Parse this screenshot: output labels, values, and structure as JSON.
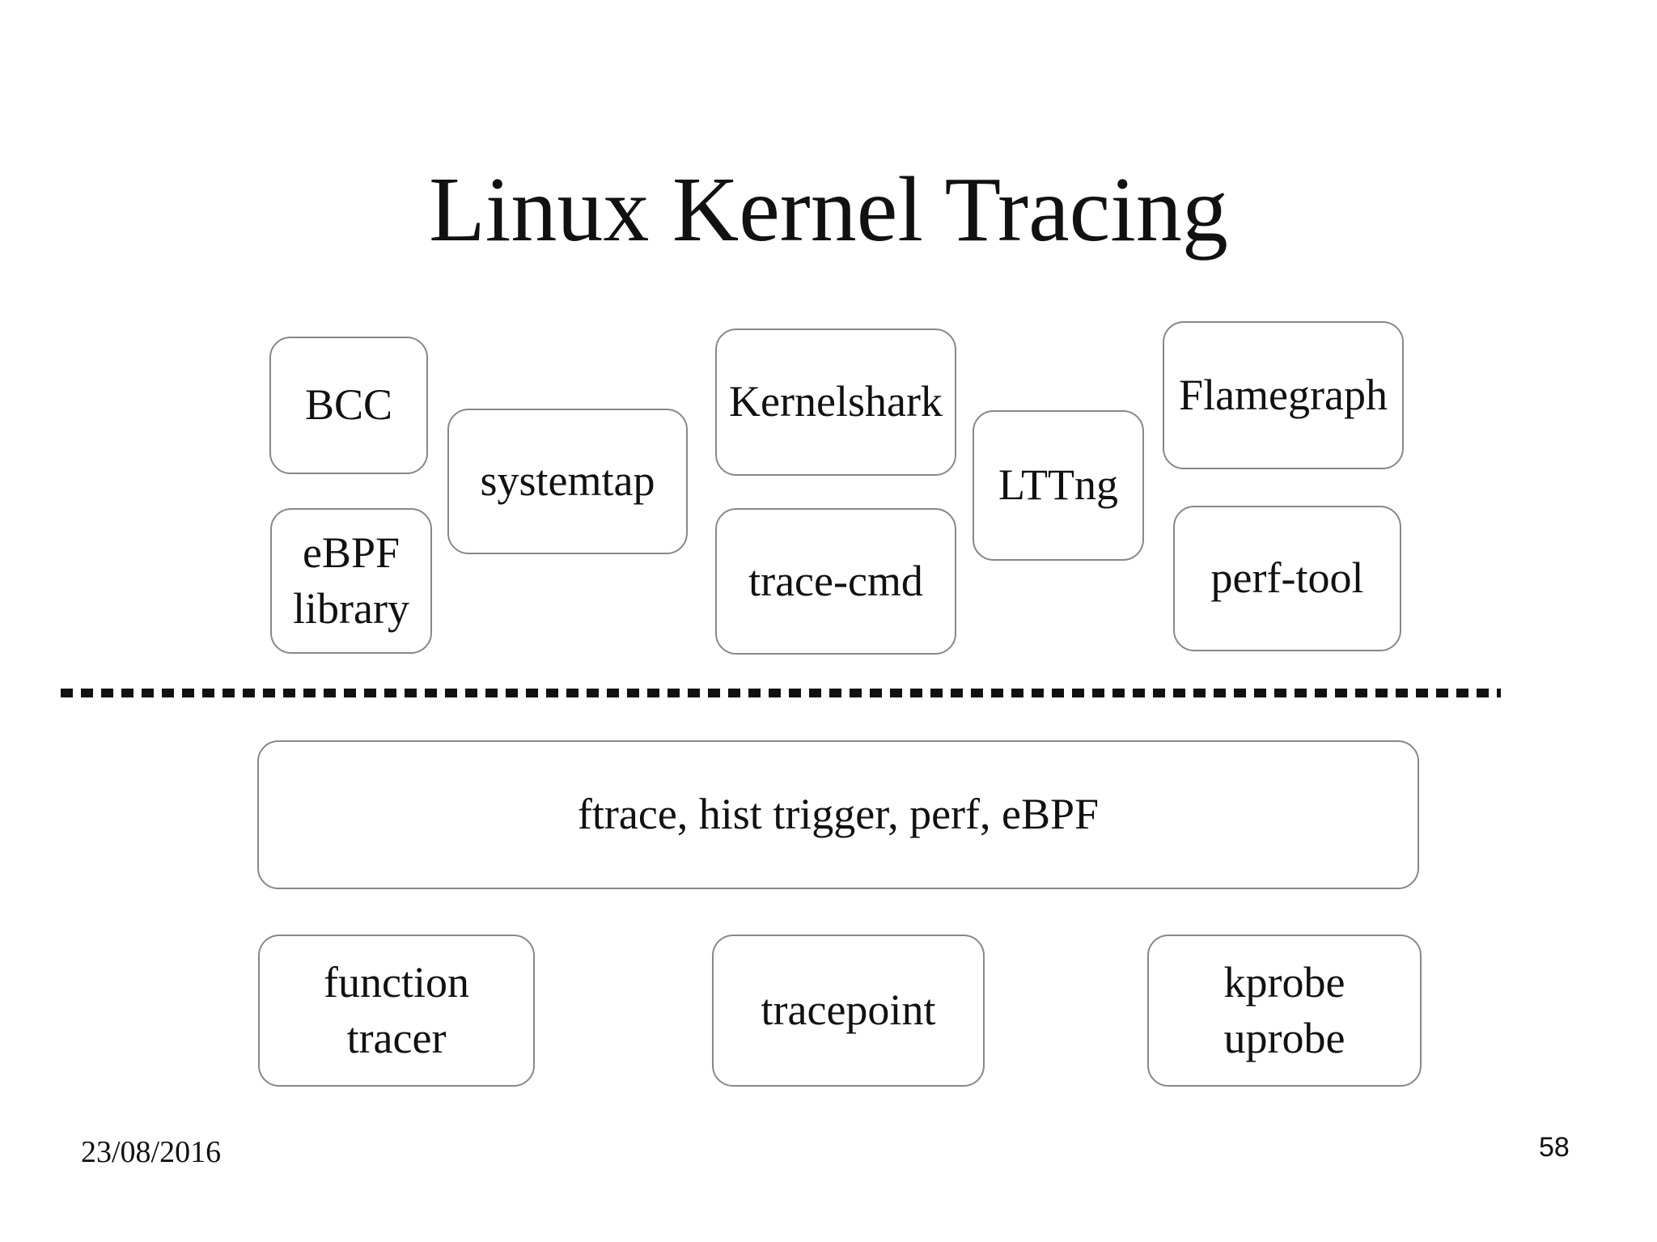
{
  "slide": {
    "title": "Linux Kernel Tracing",
    "footer": {
      "date": "23/08/2016",
      "page_number": "58"
    }
  },
  "userspace_tools": {
    "bcc": "BCC",
    "systemtap": "systemtap",
    "ebpf_library": "eBPF\nlibrary",
    "kernelshark": "Kernelshark",
    "trace_cmd": "trace-cmd",
    "lttng": "LTTng",
    "flamegraph": "Flamegraph",
    "perf_tool": "perf-tool"
  },
  "kernel_layer": {
    "interfaces": "ftrace, hist trigger, perf, eBPF",
    "function_tracer": "function\ntracer",
    "tracepoint": "tracepoint",
    "kprobe_uprobe": "kprobe\nuprobe"
  },
  "colors": {
    "background": "#ffffff",
    "text": "#111111",
    "box_border": "#888888",
    "divider": "#111111"
  }
}
